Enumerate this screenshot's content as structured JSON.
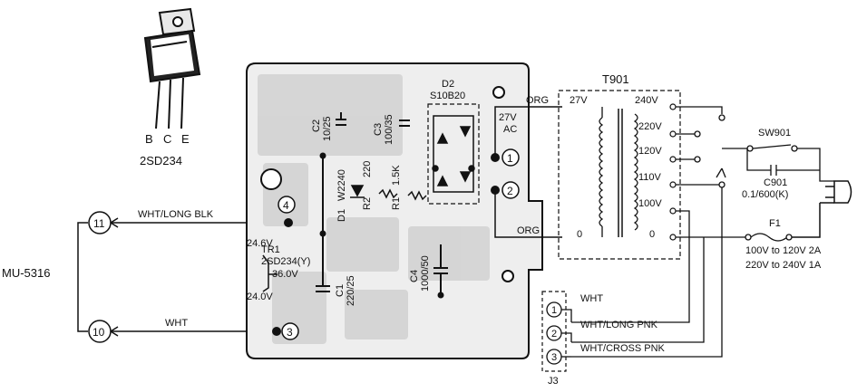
{
  "transistor": {
    "part": "2SD234",
    "pins": [
      "B",
      "C",
      "E"
    ]
  },
  "module": "MU-5316",
  "connector_mu": {
    "pin_11": "11",
    "pin_10": "10",
    "wire_11": "WHT/LONG BLK",
    "wire_10": "WHT"
  },
  "board": {
    "terminals": [
      "1",
      "2",
      "3",
      "4"
    ],
    "ac_label": [
      "27V",
      "AC"
    ],
    "d2": {
      "ref": "D2",
      "part": "S10B20"
    },
    "c2": {
      "ref": "C2",
      "value": "10/25"
    },
    "c3": {
      "ref": "C3",
      "value": "100/35"
    },
    "d1": {
      "ref": "D1",
      "part": "W2240"
    },
    "r2": {
      "ref": "R2",
      "value": "220"
    },
    "r1": {
      "ref": "R1",
      "value": "1.5K"
    },
    "c4": {
      "ref": "C4",
      "value": "1000/50"
    },
    "tr1": {
      "ref": "TR1",
      "part": "2SD234(Y)"
    },
    "c1": {
      "ref": "C1",
      "value": "220/25"
    },
    "voltages": [
      "24.6V",
      "36.0V",
      "24.0V"
    ],
    "wire_org_top": "ORG",
    "wire_org_bottom": "ORG"
  },
  "transformer": {
    "ref": "T901",
    "secondary_top": "27V",
    "secondary_bottom": "0",
    "taps": [
      "240V",
      "220V",
      "120V",
      "110V",
      "100V",
      "0"
    ]
  },
  "switch": {
    "ref": "SW901"
  },
  "c901": {
    "ref": "C901",
    "value": "0.1/600(K)"
  },
  "fuse": {
    "ref": "F1",
    "rating_1": "100V to 120V 2A",
    "rating_2": "220V to 240V 1A"
  },
  "j3": {
    "ref": "J3",
    "pins": [
      "1",
      "2",
      "3"
    ],
    "wires": [
      "WHT",
      "WHT/LONG PNK",
      "WHT/CROSS PNK"
    ]
  }
}
